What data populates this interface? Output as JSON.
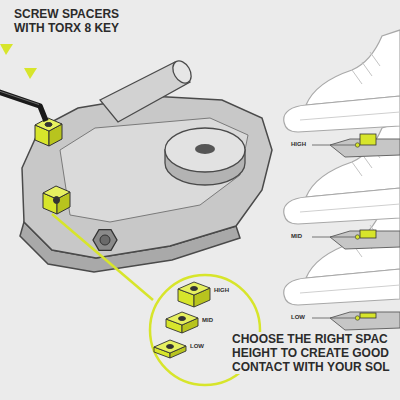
{
  "diagram": {
    "nodes": [
      {
        "text": [
          "HIGH",
          "MID",
          "LOW"
        ]
      }
    ],
    "labels": [
      "SCREW SPACERS WITH TORX 8 KEY",
      "HIGH",
      "MID",
      "LOW",
      "CHOOSE THE RIGHT SPAC HEIGHT TO CREATE GOOD CONTACT WITH YOUR SOL"
    ]
  }
}
